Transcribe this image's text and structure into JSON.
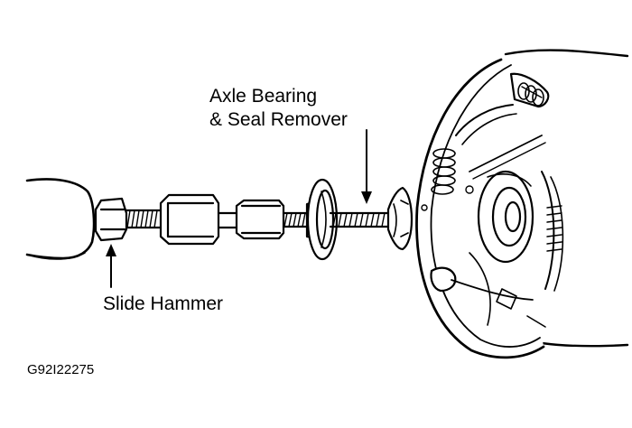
{
  "labels": {
    "remover_line1": "Axle Bearing",
    "remover_line2": "& Seal Remover",
    "slide_hammer": "Slide Hammer",
    "figure_id": "G92I22275"
  },
  "colors": {
    "ink": "#000000",
    "paper": "#ffffff"
  }
}
